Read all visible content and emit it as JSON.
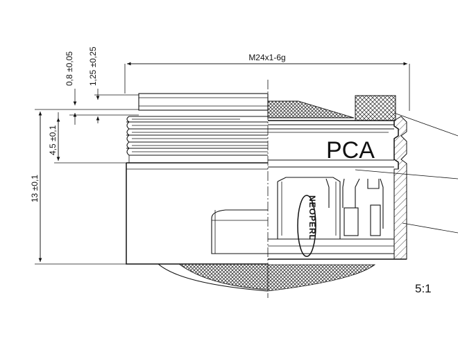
{
  "dimensions": {
    "thread_spec": "M24x1-6g",
    "top_offset_1": "0,8 ±0,05",
    "top_offset_2": "1,25 ±0,25",
    "thread_depth": "4,5 ±0,1",
    "overall_height": "13 ±0,1"
  },
  "part": {
    "type_label": "PCA",
    "brand_label": "NEOPERL"
  },
  "scale_label": "5:1"
}
